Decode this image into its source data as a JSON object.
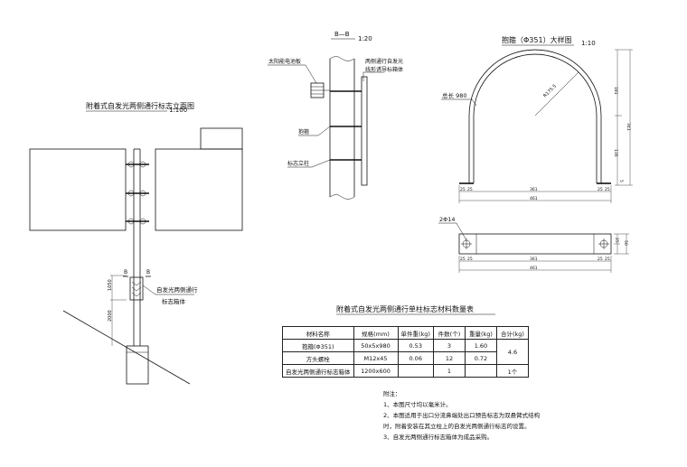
{
  "elevation": {
    "title": "附着式自发光两侧通行标志立面图",
    "scale": "1:100",
    "section_mark": "B",
    "dim_upper": "1050",
    "dim_lower": "2000",
    "callout": [
      "自发光两侧通行",
      "标志箱体"
    ]
  },
  "section": {
    "title": "B—B",
    "scale": "1:20",
    "label_panel": "太阳能电池板",
    "label_sign": [
      "两侧通行自发光",
      "线形诱导标箱体"
    ],
    "label_clamp": "抱箍",
    "label_post": "标志立柱"
  },
  "clamp_detail": {
    "title": "抱箍（Φ351）大样图",
    "scale": "1:10",
    "label_length": "总长 980",
    "label_radius": "R175.5",
    "label_hole": "2Φ14",
    "dims_top_row": [
      "25",
      "25",
      "361",
      "25",
      "25"
    ],
    "dim_total": "461",
    "dims_right": [
      "181",
      "341",
      "136",
      "5"
    ],
    "dims_plan_row": [
      "25",
      "25",
      "361",
      "25",
      "25"
    ],
    "dim_plan_total": "461",
    "dims_plan_right": [
      "25",
      "50"
    ]
  },
  "table": {
    "title": "附着式自发光两侧通行单柱标志材料数量表",
    "headers": [
      "材料名称",
      "规格(mm)",
      "单件重(kg)",
      "件数(个)",
      "重量(kg)",
      "合计(kg)"
    ],
    "rows": [
      [
        "抱箍(Φ351)",
        "50x5x980",
        "0.53",
        "3",
        "1.60",
        "4.6"
      ],
      [
        "方头螺栓",
        "M12x45",
        "0.06",
        "12",
        "0.72",
        ""
      ],
      [
        "自发光两侧通行标志箱体",
        "1200x600",
        "",
        "1",
        "",
        "1个"
      ]
    ]
  },
  "notes": {
    "heading": "附注：",
    "lines": [
      "1、本图尺寸均以毫米计。",
      "2、本图适用于出口分流鼻端处出口预告标志为双悬臂式结构",
      "时，附着安装在其立柱上的自发光两侧通行标志的设置。",
      "3、自发光两侧通行标志箱体为成品采购。"
    ]
  }
}
